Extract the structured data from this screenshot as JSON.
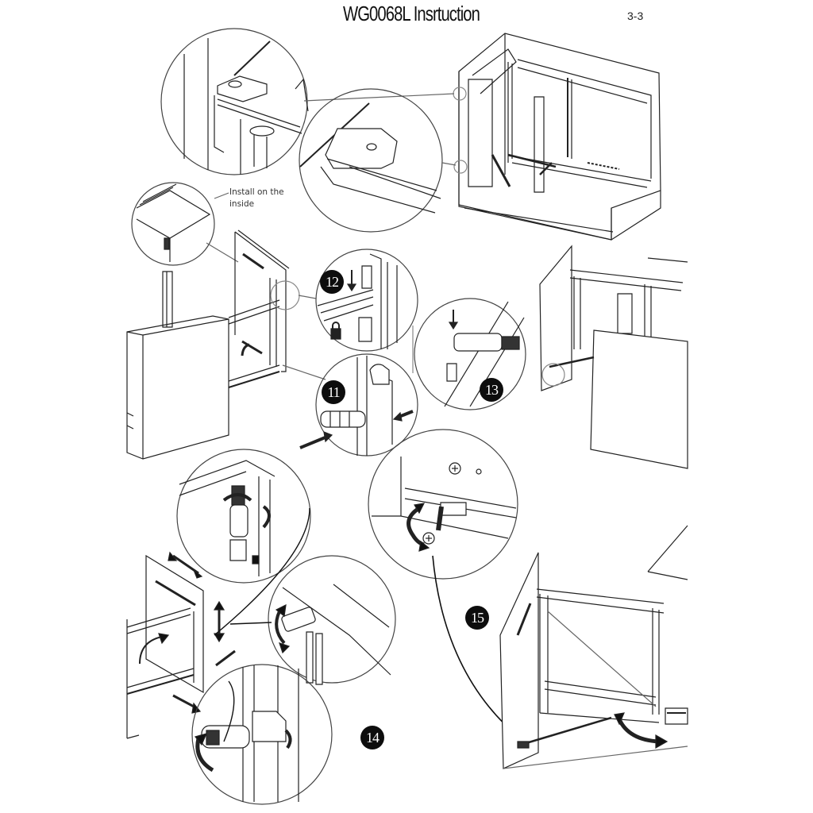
{
  "header": {
    "title": "WG0068L Insrtuction",
    "page_number": "3-3"
  },
  "callouts": {
    "install_note_line1": "Install on the",
    "install_note_line2": "inside"
  },
  "steps": [
    {
      "number": "11"
    },
    {
      "number": "12"
    },
    {
      "number": "13"
    },
    {
      "number": "14"
    },
    {
      "number": "15"
    }
  ],
  "colors": {
    "ink": "#111111",
    "paper": "#ffffff",
    "badge": "#0d0d0d"
  }
}
